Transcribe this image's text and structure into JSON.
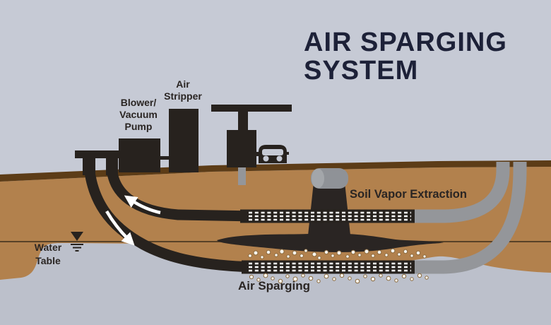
{
  "title": {
    "line1": "AIR SPARGING",
    "line2": "SYSTEM"
  },
  "labels": {
    "blower": {
      "line1": "Blower/",
      "line2": "Vacuum",
      "line3": "Pump"
    },
    "air_stripper": {
      "line1": "Air",
      "line2": "Stripper"
    },
    "soil_vapor_extraction": "Soil Vapor Extraction",
    "air_sparging": "Air Sparging",
    "water_table": {
      "line1": "Water",
      "line2": "Table"
    }
  },
  "colors": {
    "sky": "#c6cad5",
    "soil": "#b2814d",
    "surface_band": "#5c3c17",
    "groundwater": "#bcc0cb",
    "equipment_black": "#27221e",
    "pipe_gray": "#94969a",
    "well_cap_gray": "#8f9297",
    "plume_dark": "#2a2523",
    "title_navy": "#1d2138",
    "label_text": "#2a2523",
    "bubble_outline": "#8a6a3f"
  }
}
